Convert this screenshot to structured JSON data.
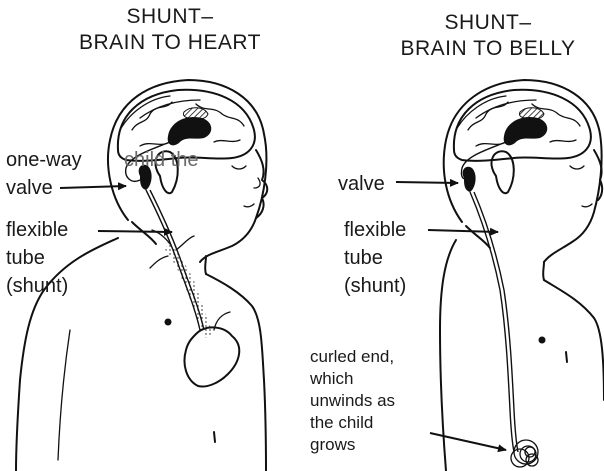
{
  "left_panel": {
    "title_line1": "SHUNT–",
    "title_line2": "BRAIN TO HEART",
    "labels": {
      "valve_line1": "one-way",
      "valve_line2": "valve",
      "tube_line1": "flexible",
      "tube_line2": "tube",
      "tube_line3": "(shunt)",
      "overlay_text": "child the"
    }
  },
  "right_panel": {
    "title_line1": "SHUNT–",
    "title_line2": "BRAIN TO BELLY",
    "labels": {
      "valve": "valve",
      "tube_line1": "flexible",
      "tube_line2": "tube",
      "tube_line3": "(shunt)",
      "end_line1": "curled end,",
      "end_line2": "which",
      "end_line3": "unwinds as",
      "end_line4": "the child",
      "end_line5": "grows"
    }
  },
  "colors": {
    "ink": "#111111",
    "background": "#ffffff"
  }
}
